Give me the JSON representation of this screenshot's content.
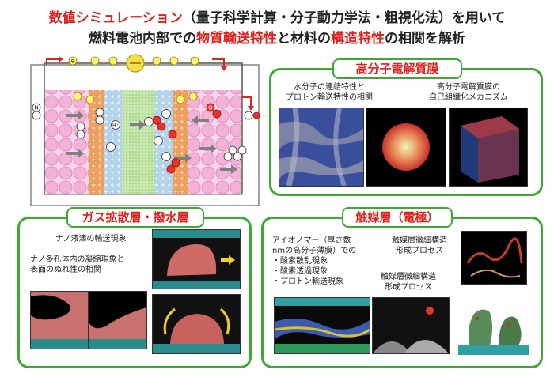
{
  "header": {
    "line1_hl": "数値シミュレーション",
    "line1_rest": "（量子科学計算・分子動力学法・粗視化法）を用いて",
    "line2_a": "燃料電池内部での",
    "line2_hl1": "物質輸送特性",
    "line2_b": "と材料の",
    "line2_hl2": "構造特性",
    "line2_c": "の相関を解析"
  },
  "cell_diagram": {
    "electron": "e",
    "electron_minus": "⊖",
    "hydrogen": "H",
    "proton": "H⁺",
    "oxygen": "O"
  },
  "panel_electrolyte": {
    "title": "高分子電解質膜",
    "label_left_1": "水分子の連結特性と",
    "label_left_2": "プロトン輸送特性の相関",
    "label_right_1": "高分子電解質膜の",
    "label_right_2": "自己組織化メカニズム"
  },
  "panel_gas": {
    "title": "ガス拡散層・撥水層",
    "label_1": "ナノ液滴の輸送現象",
    "label_2a": "ナノ多孔体内の凝縮現象と",
    "label_2b": "表面のぬれ性の相関"
  },
  "panel_catalyst": {
    "title": "触媒層（電極）",
    "ionomer_1": "アイオノマー（厚さ数",
    "ionomer_2": "nmの高分子薄膜）での",
    "bullet_1": "・酸素散乱現象",
    "bullet_2": "・酸素透過現象",
    "bullet_3": "・プロトン輸送現象",
    "struct_1a": "触媒層微細構造",
    "struct_1b": "形成プロセス",
    "struct_2a": "触媒層微細構造",
    "struct_2b": "形成プロセス"
  },
  "colors": {
    "accent_red": "#e0201c",
    "panel_green": "#3aaa35"
  }
}
